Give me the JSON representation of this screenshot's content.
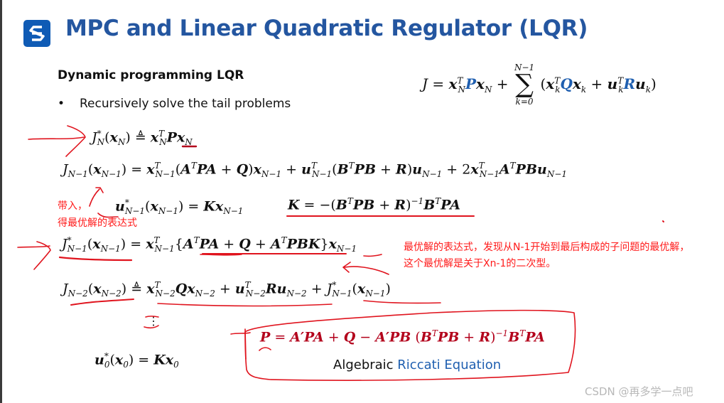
{
  "slide": {
    "title": "MPC and Linear Quadratic Regulator (LQR)",
    "logo_icon": "s-logo-icon",
    "subtitle": "Dynamic programming LQR",
    "bullet_symbol": "•",
    "bullet_text": "Recursively solve the tail problems",
    "accent_color": "#2456a0",
    "annotation_color": "#ff1a1a"
  },
  "equations": {
    "cost_function": "J = x_N^T P x_N + Σ_{k=0}^{N-1} (x_k^T Q x_k + u_k^T R u_k)",
    "eq1": "J*_N(x_N) ≜ x_N^T P x_N",
    "eq2": "J_{N-1}(x_{N-1}) = x_{N-1}^T (A^T P A + Q) x_{N-1} + u_{N-1}^T (B^T P B + R) u_{N-1} + 2 x_{N-1}^T A^T P B u_{N-1}",
    "eq3": "u*_{N-1}(x_{N-1}) = K x_{N-1}",
    "eq3_k": "K = −(B^T P B + R)^{−1} B^T P A",
    "eq4": "J*_{N-1}(x_{N-1}) = x_{N-1}^T {A^T P A + Q + A^T P B K} x_{N-1}",
    "eq5": "J_{N-2}(x_{N-2}) ≜ x_{N-2}^T Q x_{N-2} + u_{N-2}^T R u_{N-2} + J*_{N-1}(x_{N-1})",
    "ellipsis": "⋮",
    "eq6": "u*_0(x_0) = K x_0",
    "riccati": "P = A′PA + Q − A′PB (B^T P B + R)^{−1} B^T P A"
  },
  "labels": {
    "riccati_prefix": "Algebraic ",
    "riccati_highlight": "Riccati Equation"
  },
  "annotations": {
    "note1_line1": "带入，",
    "note1_line2": "得最优解的表达式",
    "note2_line1": "最优解的表达式，发现从N-1开始到最后构成的子问题的最优解，",
    "note2_line2": "这个最优解是关于Xn-1的二次型。"
  },
  "watermark": "CSDN @再多学一点吧"
}
